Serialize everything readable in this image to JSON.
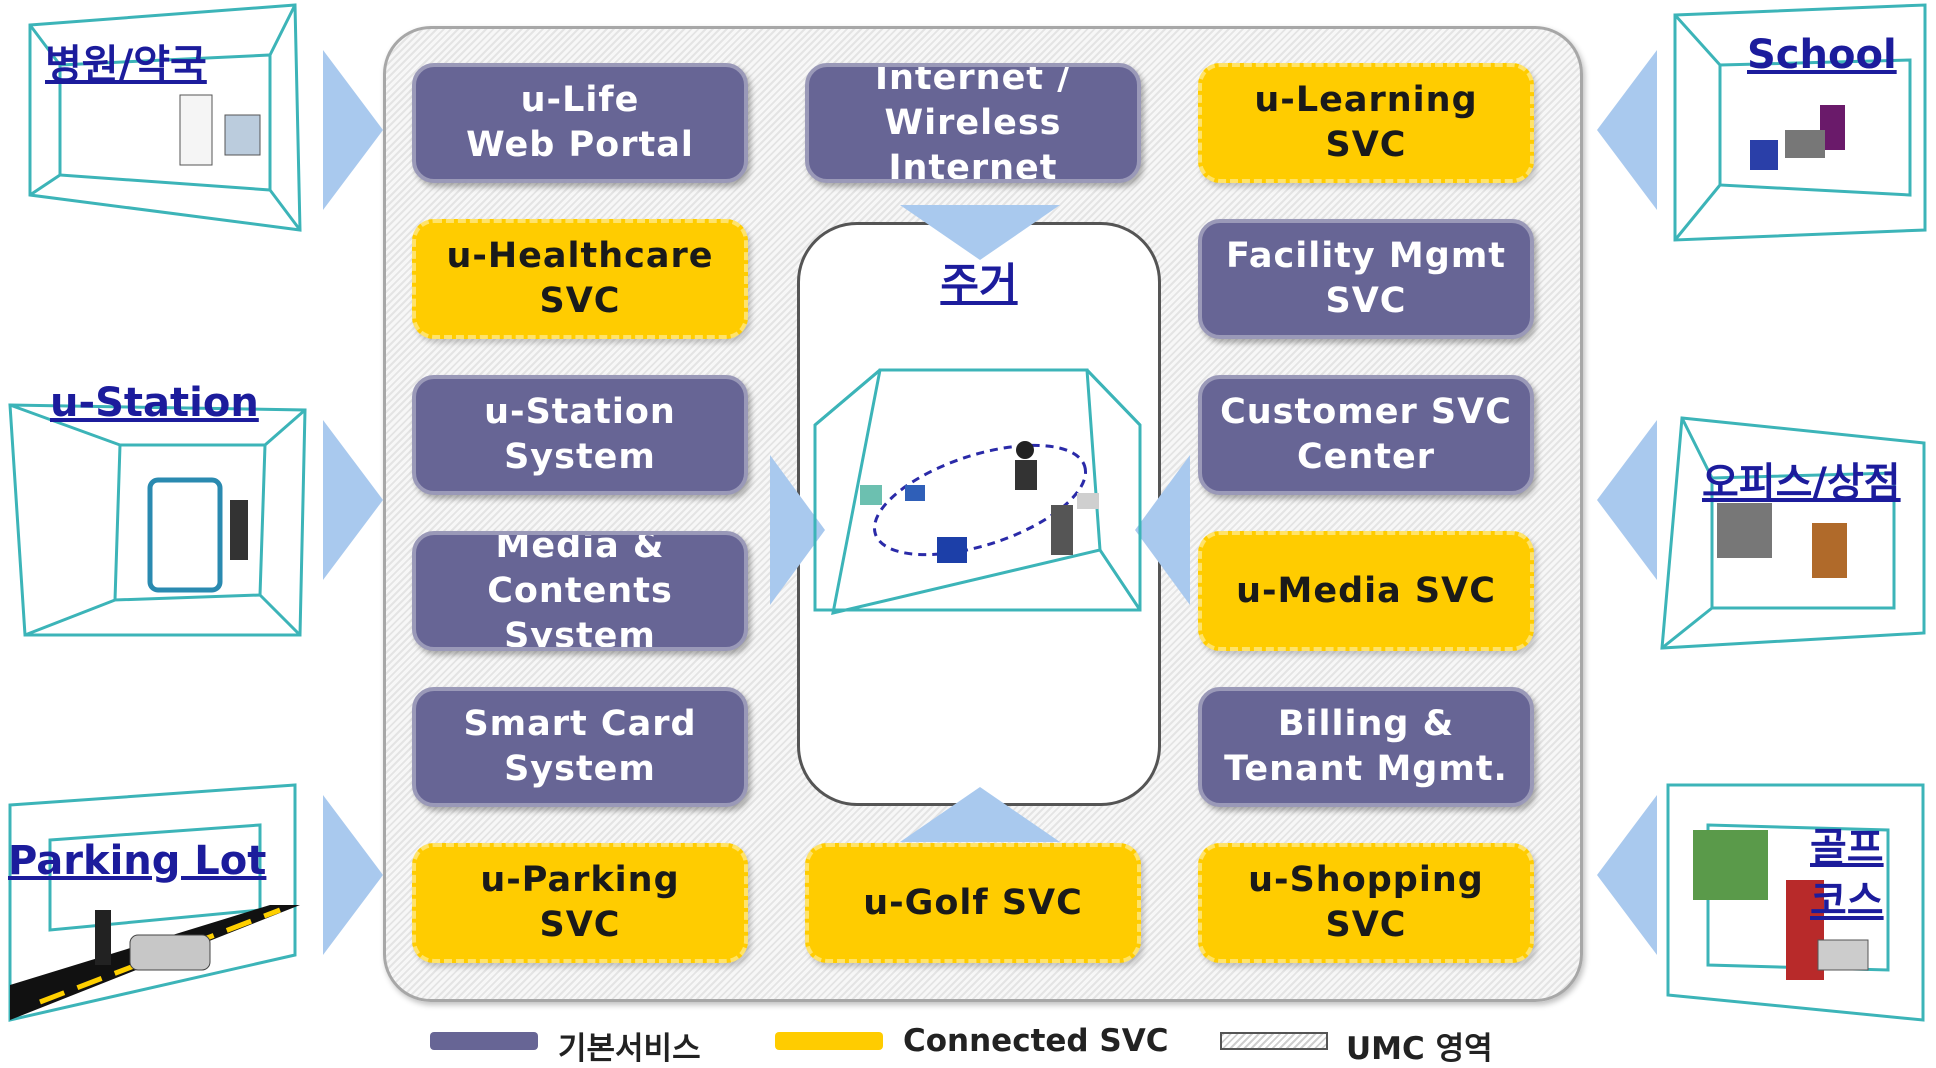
{
  "center": {
    "title": "주거"
  },
  "services": [
    {
      "id": "u-life-web-portal",
      "lines": [
        "u-Life",
        "Web Portal"
      ],
      "kind": "basic"
    },
    {
      "id": "internet-wireless",
      "lines": [
        "Internet /",
        "Wireless Internet"
      ],
      "kind": "basic"
    },
    {
      "id": "u-learning",
      "lines": [
        "u-Learning",
        "SVC"
      ],
      "kind": "connected"
    },
    {
      "id": "u-healthcare",
      "lines": [
        "u-Healthcare",
        "SVC"
      ],
      "kind": "connected"
    },
    {
      "id": "facility-mgmt",
      "lines": [
        "Facility Mgmt",
        "SVC"
      ],
      "kind": "basic"
    },
    {
      "id": "u-station-system",
      "lines": [
        "u-Station",
        "System"
      ],
      "kind": "basic"
    },
    {
      "id": "customer-svc-center",
      "lines": [
        "Customer SVC",
        "Center"
      ],
      "kind": "basic"
    },
    {
      "id": "media-contents",
      "lines": [
        "Media &",
        "Contents",
        "System"
      ],
      "kind": "basic"
    },
    {
      "id": "u-media",
      "lines": [
        "u-Media SVC"
      ],
      "kind": "connected"
    },
    {
      "id": "smart-card",
      "lines": [
        "Smart Card",
        "System"
      ],
      "kind": "basic"
    },
    {
      "id": "billing-tenant",
      "lines": [
        "Billing &",
        "Tenant Mgmt."
      ],
      "kind": "basic"
    },
    {
      "id": "u-parking",
      "lines": [
        "u-Parking",
        "SVC"
      ],
      "kind": "connected"
    },
    {
      "id": "u-golf",
      "lines": [
        "u-Golf SVC"
      ],
      "kind": "connected"
    },
    {
      "id": "u-shopping",
      "lines": [
        "u-Shopping",
        "SVC"
      ],
      "kind": "connected"
    }
  ],
  "locations": {
    "hospital": "병원/약국",
    "station": "u-Station",
    "parking": "Parking Lot",
    "school": "School",
    "office": "오피스/상점",
    "golf_line1": "골프",
    "golf_line2": "코스"
  },
  "legend": {
    "basic": "기본서비스",
    "connected": "Connected SVC",
    "umc": "UMC 영역"
  },
  "colors": {
    "basic": "#676595",
    "connected": "#ffcc00",
    "label": "#1c1c9c",
    "room_outline": "#3cb4b8",
    "arrow": "#a9c9ee"
  }
}
